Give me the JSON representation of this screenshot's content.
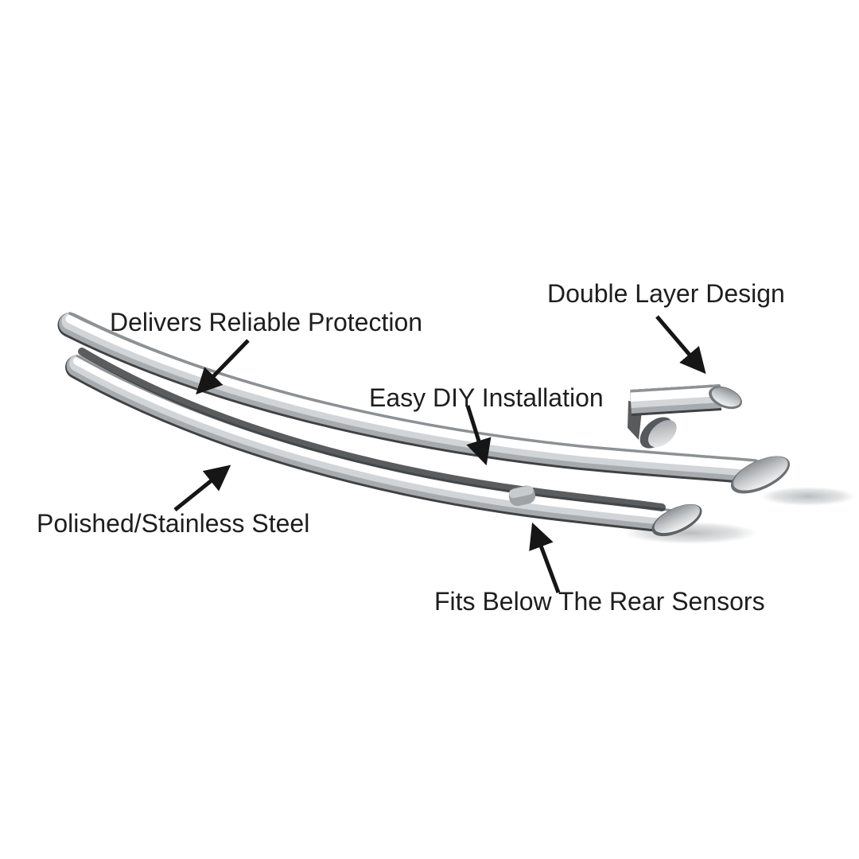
{
  "canvas": {
    "background_color": "#ffffff",
    "text_color": "#1e1e1e",
    "arrow_color": "#161616"
  },
  "product": {
    "illustration": "chrome-double-layer-rear-bumper-guard",
    "description": "Two polished stainless steel curved tubes (double layer) with a close-up inset of the layered tube ends",
    "colors": {
      "chrome_highlight": "#ffffff",
      "chrome_mid": "#a7abae",
      "chrome_dark": "#3f4143",
      "cap_face_light": "#f1f2f2",
      "cap_face_dark": "#94989b",
      "ground_shadow": "#aeb1b3"
    }
  },
  "annotations": [
    {
      "id": "delivers-protection",
      "text": "Delivers Reliable Protection"
    },
    {
      "id": "double-layer-design",
      "text": "Double Layer Design"
    },
    {
      "id": "easy-diy-installation",
      "text": "Easy DIY Installation"
    },
    {
      "id": "polished-stainless-steel",
      "text": "Polished/Stainless Steel"
    },
    {
      "id": "fits-below-rear-sensors",
      "text": "Fits Below The Rear Sensors"
    }
  ]
}
